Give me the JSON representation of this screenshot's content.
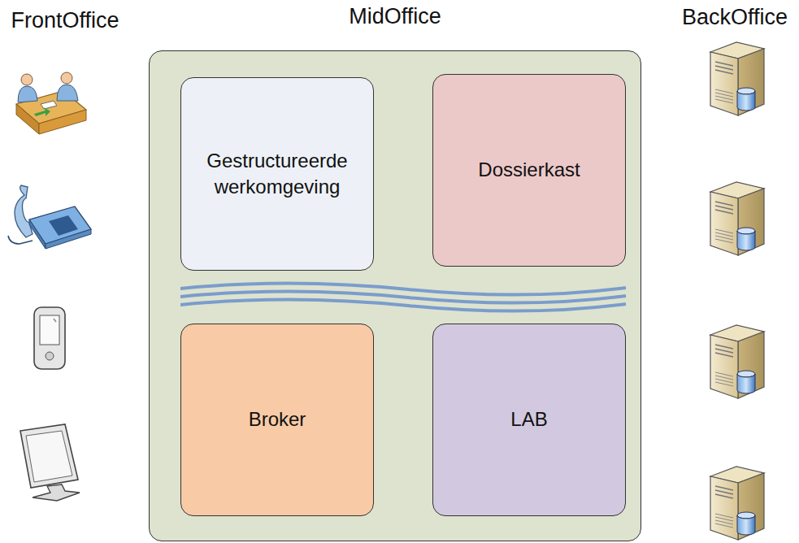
{
  "diagram": {
    "nodes": [
      {
        "text": [
          "MidOffice"
        ]
      },
      {
        "text": [
          "Gestructureerde werkomgeving"
        ],
        "in": 0
      },
      {
        "text": [
          "Dossierkast"
        ],
        "in": 0
      },
      {
        "text": [
          "Broker"
        ],
        "in": 0
      },
      {
        "text": [
          "LAB"
        ],
        "in": 0
      }
    ],
    "labels": [
      "FrontOffice",
      "BackOffice"
    ]
  }
}
